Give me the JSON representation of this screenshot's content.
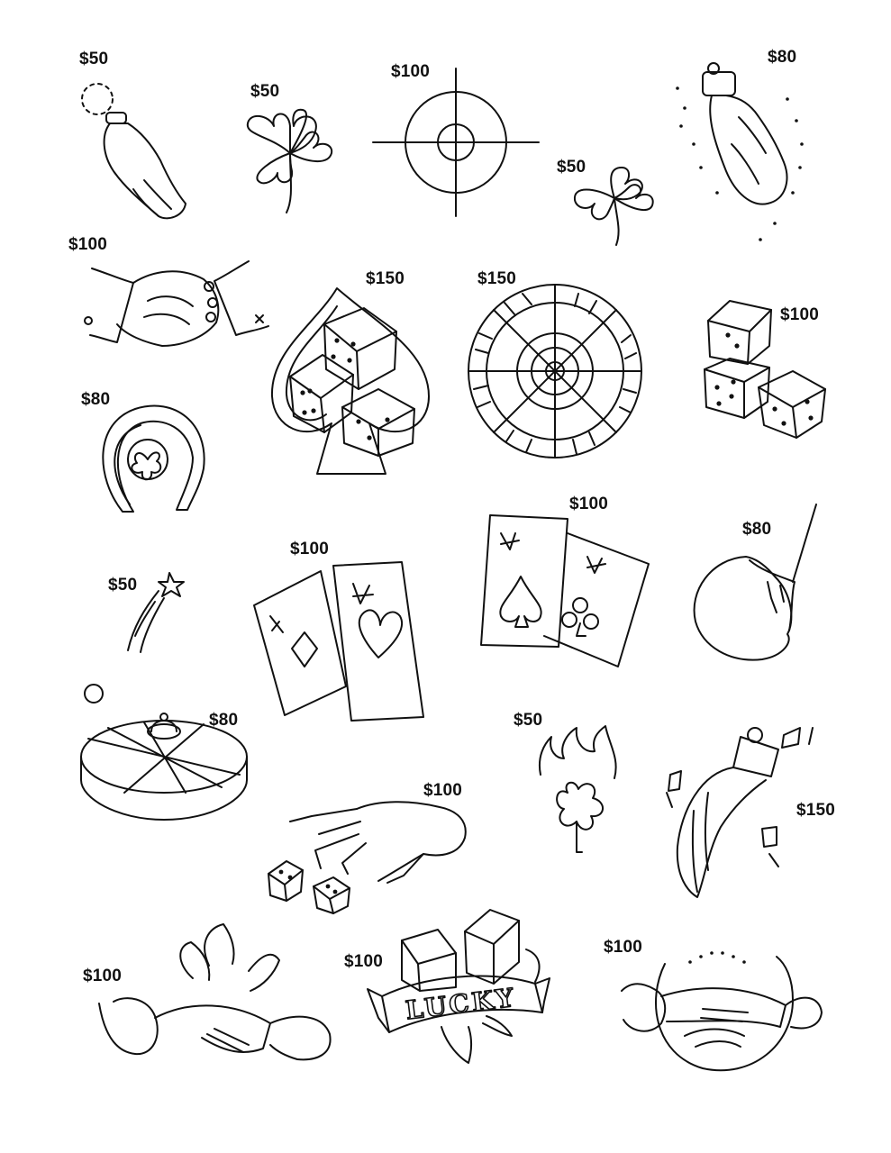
{
  "flash_items": [
    {
      "id": "rabbit-foot-small",
      "price": "$50",
      "icon": "rabbit-foot-icon"
    },
    {
      "id": "clover-left",
      "price": "$50",
      "icon": "shamrock-icon"
    },
    {
      "id": "crosshair",
      "price": "$100",
      "icon": "crosshair-icon"
    },
    {
      "id": "clover-right",
      "price": "$50",
      "icon": "shamrock-icon"
    },
    {
      "id": "rabbit-foot-dotted",
      "price": "$80",
      "icon": "rabbit-foot-icon"
    },
    {
      "id": "handshake-cuffs",
      "price": "$100",
      "icon": "handshake-icon"
    },
    {
      "id": "spade-dice",
      "price": "$150",
      "icon": "spade-dice-icon"
    },
    {
      "id": "roulette-wheel",
      "price": "$150",
      "icon": "roulette-wheel-icon"
    },
    {
      "id": "three-dice",
      "price": "$100",
      "icon": "dice-icon"
    },
    {
      "id": "horseshoe-clover",
      "price": "$80",
      "icon": "horseshoe-icon"
    },
    {
      "id": "shooting-star",
      "price": "$50",
      "icon": "shooting-star-icon"
    },
    {
      "id": "cards-heart-diamond",
      "price": "$100",
      "icon": "playing-cards-icon"
    },
    {
      "id": "cards-spade-club",
      "price": "$100",
      "icon": "playing-cards-icon"
    },
    {
      "id": "horseshoe-crab",
      "price": "$80",
      "icon": "horseshoe-crab-icon"
    },
    {
      "id": "poker-chip",
      "price": "$80",
      "icon": "poker-chip-icon"
    },
    {
      "id": "flaming-clover",
      "price": "$50",
      "icon": "flaming-clover-icon"
    },
    {
      "id": "skeleton-hand-dice",
      "price": "$100",
      "icon": "skeleton-hand-icon"
    },
    {
      "id": "rabbit-foot-chain",
      "price": "$150",
      "icon": "rabbit-foot-icon"
    },
    {
      "id": "handshake-flower",
      "price": "$100",
      "icon": "handshake-icon"
    },
    {
      "id": "lucky-banner",
      "price": "$100",
      "icon": "lucky-banner-icon",
      "banner_text": "LUCKY"
    },
    {
      "id": "handshake-horseshoe",
      "price": "$100",
      "icon": "handshake-icon"
    }
  ]
}
